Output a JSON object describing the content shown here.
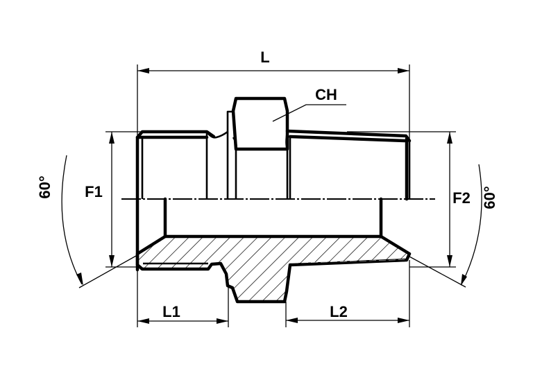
{
  "drawing": {
    "title": "Straight adaptor / reducing nipple technical drawing",
    "labels": {
      "overall_length": "L",
      "hex_size": "CH",
      "thread_left": "F1",
      "thread_right": "F2",
      "length_left": "L1",
      "length_right": "L2",
      "angle_left": "60°",
      "angle_right": "60°"
    },
    "colors": {
      "line": "#000000",
      "background": "#ffffff"
    }
  }
}
